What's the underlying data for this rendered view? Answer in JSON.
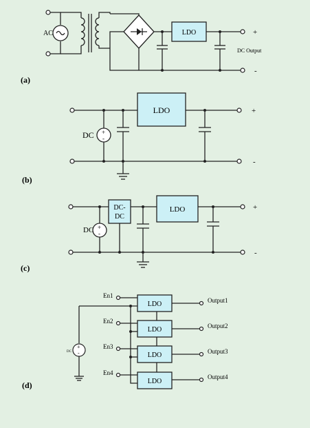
{
  "panels": {
    "a": {
      "letter": "(a)",
      "ac_label": "AC",
      "ldo_label": "LDO",
      "output_label": "DC Output",
      "plus": "+",
      "minus": "-"
    },
    "b": {
      "letter": "(b)",
      "dc_label": "DC",
      "ldo_label": "LDO",
      "plus": "+",
      "minus": "-"
    },
    "c": {
      "letter": "(c)",
      "dc_label": "DC",
      "dcdc_line1": "DC-",
      "dcdc_line2": "DC",
      "ldo_label": "LDO",
      "plus": "+",
      "minus": "-"
    },
    "d": {
      "letter": "(d)",
      "dc_label": "DC",
      "enables": [
        "En1",
        "En2",
        "En3",
        "En4"
      ],
      "ldo_label": "LDO",
      "outputs": [
        "Output1",
        "Output2",
        "Output3",
        "Output4"
      ]
    }
  },
  "colors": {
    "background": "#e3f0e3",
    "ldo_fill": "#ccf0f6",
    "wire": "#222222"
  }
}
